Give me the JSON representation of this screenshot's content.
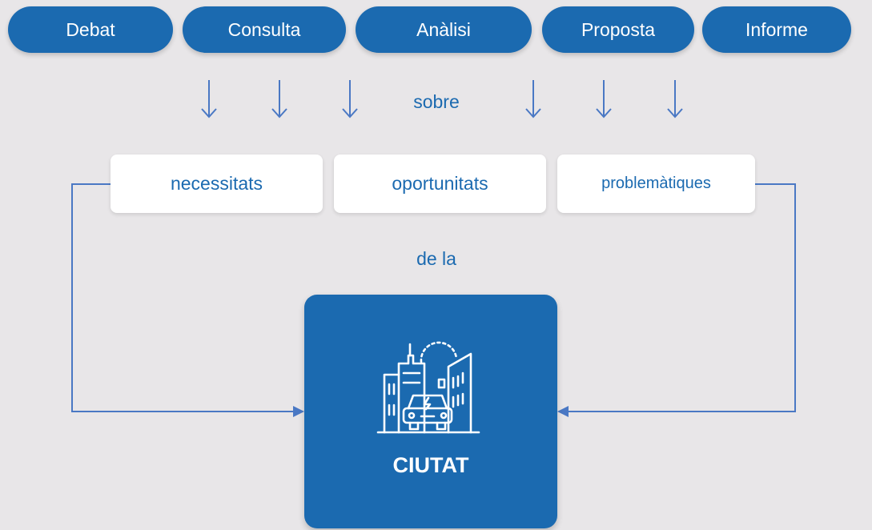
{
  "activities": [
    "Debat",
    "Consulta",
    "Anàlisi",
    "Proposta",
    "Informe"
  ],
  "connector_word_1": "sobre",
  "topics": [
    "necessitats",
    "oportunitats",
    "problemàtiques"
  ],
  "connector_word_2": "de la",
  "center": {
    "label": "CIUTAT",
    "icon": "city-buildings-car-icon"
  },
  "colors": {
    "primary": "#1b6ab0",
    "arrow": "#4a78c4",
    "background": "#e8e6e8",
    "box": "#ffffff"
  }
}
